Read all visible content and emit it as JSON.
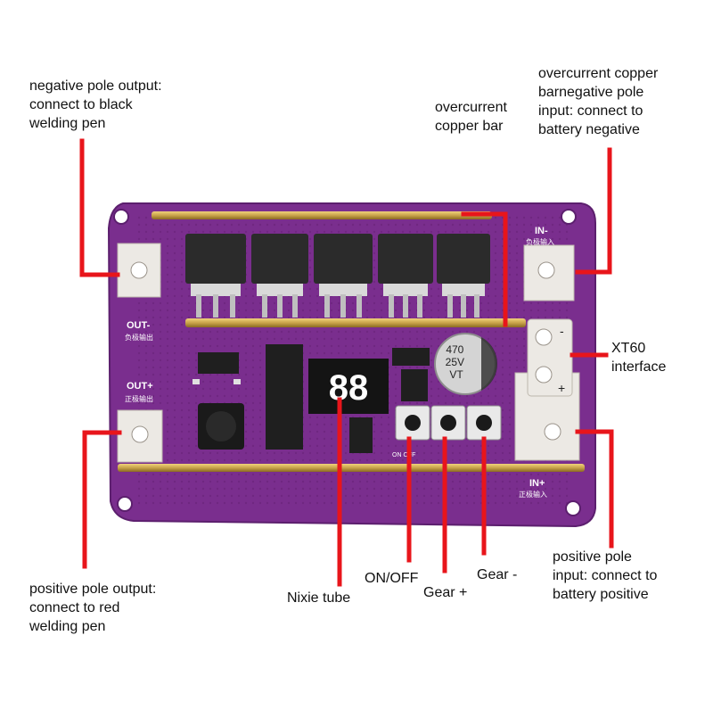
{
  "labels": {
    "negative_output": "negative pole output:\nconnect to black\nwelding pen",
    "copper_bar": "overcurrent\ncopper bar",
    "negative_input": "overcurrent copper\nbarnegative pole\ninput: connect to\nbattery negative",
    "xt60": "XT60\ninterface",
    "positive_output": "positive pole output:\nconnect to red\nwelding pen",
    "nixie_tube": "Nixie tube",
    "on_off": "ON/OFF",
    "gear_plus": "Gear +",
    "gear_minus": "Gear -",
    "positive_input": "positive pole\ninput: connect to\nbattery positive"
  },
  "board": {
    "silkscreen": {
      "out_minus": "OUT-",
      "out_minus_cn": "负极输出",
      "out_plus": "OUT+",
      "out_plus_cn": "正极输出",
      "in_minus": "IN-",
      "in_minus_cn": "负极输入",
      "in_plus": "IN+",
      "in_plus_cn": "正极输入",
      "on_off": "ON OFF",
      "capacitor": "470\n25V\nVT",
      "display_digits": "88",
      "xt60_minus": "-",
      "xt60_plus": "+"
    }
  },
  "colors": {
    "pcb": "#7a2e8e",
    "pcb_dark": "#5c1f6e",
    "copper_bar": "#c8a24a",
    "pointer_line": "#e8151b",
    "pad": "#ece9e4",
    "mosfet": "#2b2b2b"
  }
}
